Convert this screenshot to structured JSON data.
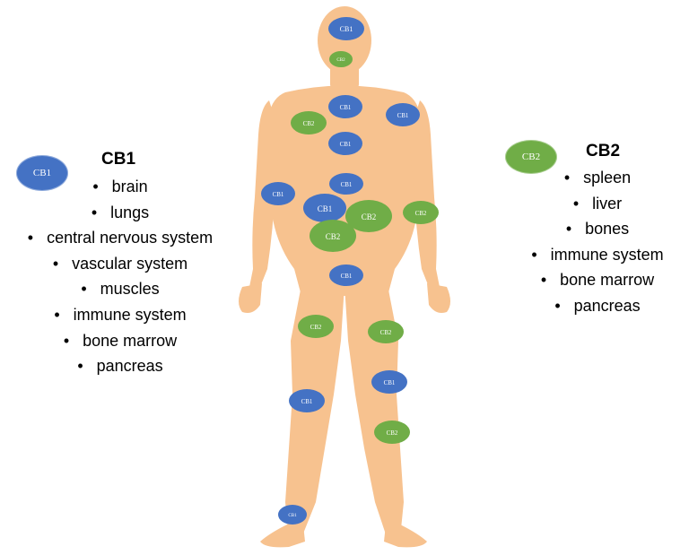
{
  "legend": {
    "cb1": {
      "badge_label": "CB1",
      "title": "CB1",
      "color": "#4472c4",
      "items": [
        "brain",
        "lungs",
        "central nervous system",
        "vascular system",
        "muscles",
        "immune system",
        "bone marrow",
        "pancreas"
      ]
    },
    "cb2": {
      "badge_label": "CB2",
      "title": "CB2",
      "color": "#70ad47",
      "items": [
        "spleen",
        "liver",
        "bones",
        "immune system",
        "bone marrow",
        "pancreas"
      ]
    }
  },
  "body_color": "#f7c28f",
  "bullet": "•",
  "markers": {
    "head_cb1": "CB1",
    "neck_cb2": "CB2",
    "chest_top_cb1": "CB1",
    "shoulder_left_cb2": "CB2",
    "shoulder_right_cb1": "CB1",
    "chest_mid_cb1": "CB1",
    "arm_left_cb1": "CB1",
    "abdomen_top_cb1": "CB1",
    "abdomen_cb1": "CB1",
    "abdomen_cb2_right": "CB2",
    "abdomen_cb2_lower": "CB2",
    "arm_right_cb2": "CB2",
    "pelvis_cb1": "CB1",
    "thigh_left_cb2": "CB2",
    "thigh_right_cb2": "CB2",
    "knee_right_cb1": "CB1",
    "shin_left_cb1": "CB1",
    "shin_right_cb2": "CB2",
    "foot_left_cb1": "CB1"
  }
}
